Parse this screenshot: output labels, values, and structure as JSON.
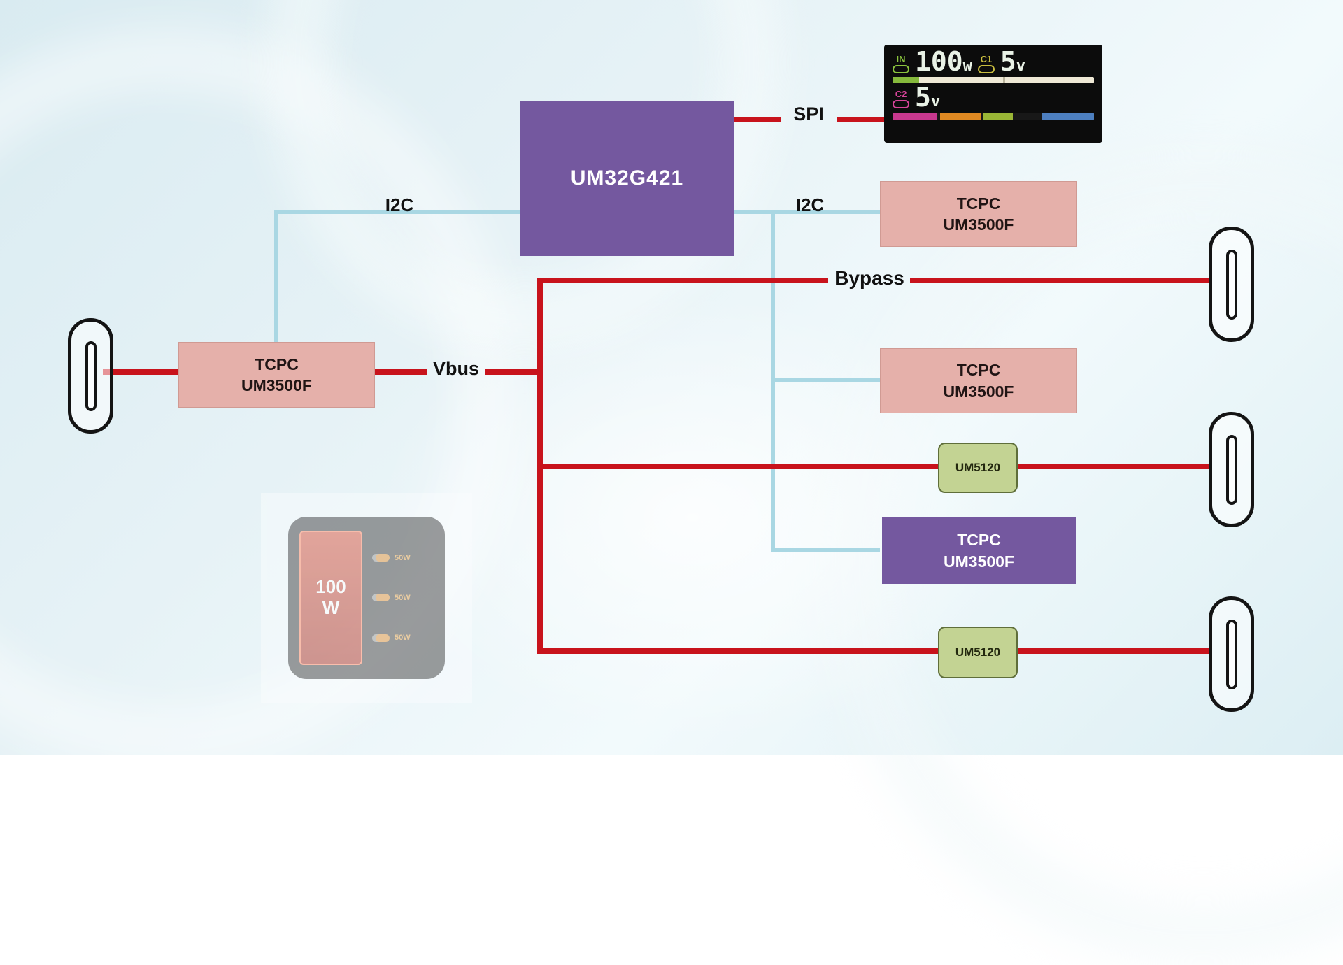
{
  "controller": {
    "label": "UM32G421"
  },
  "display": {
    "in_label": "IN",
    "in_value": "100",
    "in_unit": "w",
    "c1_label": "C1",
    "c1_value": "5",
    "c1_unit": "v",
    "c2_label": "C2",
    "c2_value": "5",
    "c2_unit": "v"
  },
  "bus_labels": {
    "spi": "SPI",
    "i2c_left": "I2C",
    "i2c_right": "I2C",
    "vbus": "Vbus",
    "bypass": "Bypass"
  },
  "blocks": {
    "tcpc_left": {
      "line1": "TCPC",
      "line2": "UM3500F"
    },
    "tcpc_right_top": {
      "line1": "TCPC",
      "line2": "UM3500F"
    },
    "tcpc_right_mid": {
      "line1": "TCPC",
      "line2": "UM3500F"
    },
    "tcpc_right_bottom": {
      "line1": "TCPC",
      "line2": "UM3500F"
    },
    "um5120_top": {
      "label": "UM5120"
    },
    "um5120_bottom": {
      "label": "UM5120"
    }
  },
  "power_meter": {
    "value": "100",
    "unit": "W",
    "ports": [
      "50W",
      "50W",
      "50W"
    ]
  },
  "colors": {
    "bus_red": "#c8131c",
    "i2c_blue": "#a9d7e3",
    "block_purple": "#74589f",
    "block_pink": "#e5b0aa",
    "block_green": "#c3d393",
    "display_bg": "#0c0c0c"
  }
}
